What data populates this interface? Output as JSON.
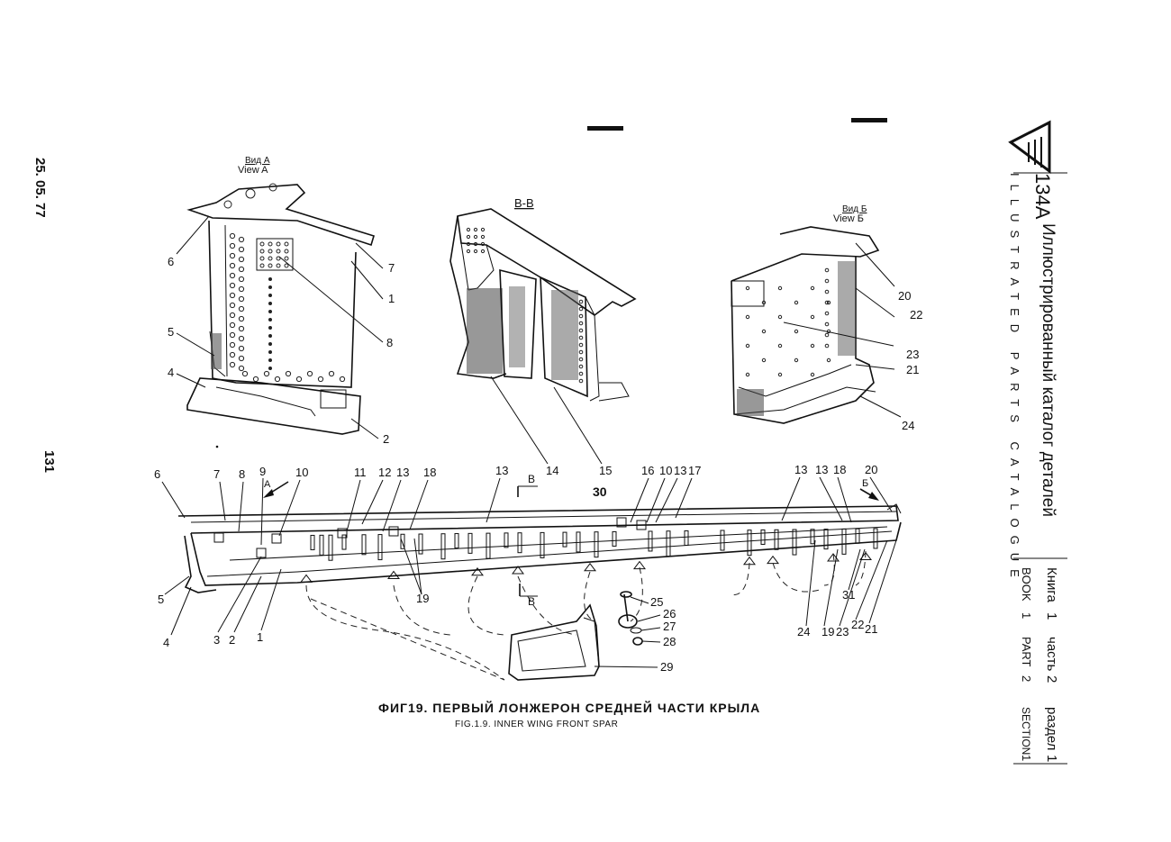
{
  "date": "25. 05. 77",
  "page_number": "131",
  "header": {
    "model": "134A",
    "title_ru": "Иллюстрированный каталог деталей",
    "title_en": "ILLUSTRATED PARTS CATALOGUE",
    "book_ru": "Книга",
    "book_ru_num": "1",
    "book_en": "BOOK",
    "book_en_num": "1",
    "part_ru": "часть",
    "part_ru_num": "2",
    "part_en": "PART",
    "part_en_num": "2",
    "section_ru": "раздел",
    "section_ru_num": "1",
    "section_en": "SECTION",
    "section_en_num": "1"
  },
  "caption": {
    "ru": "ФИГ19. ПЕРВЫЙ ЛОНЖЕРОН СРЕДНЕЙ ЧАСТИ КРЫЛА",
    "en": "FIG.1.9. INNER WING FRONT SPAR"
  },
  "views": {
    "view_a_ru": "Вид А",
    "view_a_en": "View A",
    "section_bb": "B-B",
    "view_b_ru": "Вид Б",
    "view_b_en": "View Б",
    "arrow_a": "A",
    "arrow_b": "Б",
    "cut_b": "B"
  },
  "callouts": {
    "view_a": [
      "6",
      "5",
      "4",
      "7",
      "1",
      "8",
      "2"
    ],
    "section": [
      "14",
      "15"
    ],
    "view_b": [
      "20",
      "22",
      "23",
      "21",
      "24"
    ],
    "spar_top": [
      "6",
      "7",
      "8",
      "9",
      "10",
      "11",
      "12",
      "13",
      "18",
      "13",
      "30",
      "16",
      "10",
      "13",
      "17",
      "13",
      "13",
      "18",
      "20"
    ],
    "spar_bottom": [
      "5",
      "4",
      "3",
      "2",
      "1",
      "19",
      "25",
      "26",
      "27",
      "28",
      "29",
      "24",
      "19",
      "23",
      "22",
      "21",
      "31"
    ]
  }
}
